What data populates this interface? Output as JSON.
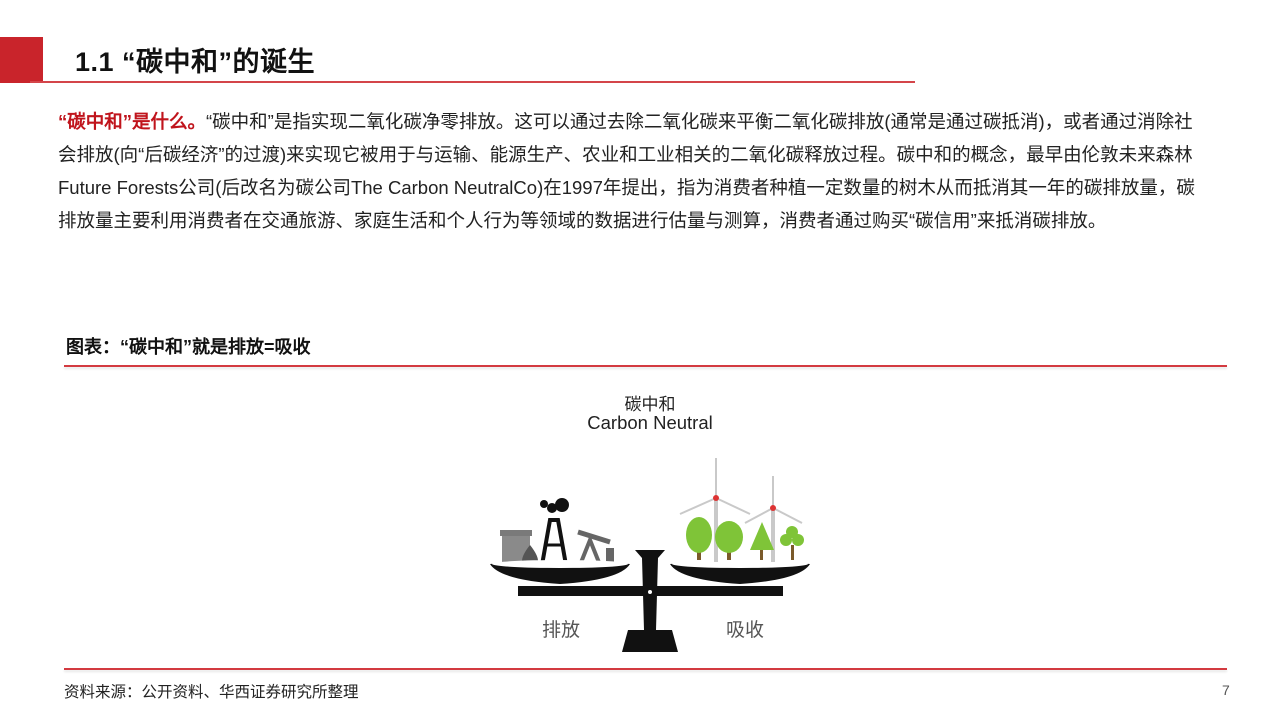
{
  "header": {
    "accent_color": "#c9242b",
    "section_number": "1.1",
    "title": "1.1 “碳中和”的诞生"
  },
  "body": {
    "highlight": "“碳中和”是什么。",
    "text": "“碳中和”是指实现二氧化碳净零排放。这可以通过去除二氧化碳来平衡二氧化碳排放(通常是通过碳抵消)，或者通过消除社会排放(向“后碳经济”的过渡)来实现它被用于与运输、能源生产、农业和工业相关的二氧化碳释放过程。碳中和的概念，最早由伦敦未来森林Future Forests公司(后改名为碳公司The Carbon NeutralCo)在1997年提出，指为消费者种植一定数量的树木从而抵消其一年的碳排放量，碳排放量主要利用消费者在交通旅游、家庭生活和个人行为等领域的数据进行估量与测算，消费者通过购买“碳信用”来抵消碳排放。"
  },
  "figure": {
    "caption": "图表：“碳中和”就是排放=吸收",
    "title_cn": "碳中和",
    "title_en": "Carbon Neutral",
    "left_label": "排放",
    "right_label": "吸收",
    "left_icons": [
      "factory-chimney-icon",
      "oil-drop-icon",
      "oil-derrick-icon",
      "pumpjack-icon"
    ],
    "right_icons": [
      "wind-turbine-icon",
      "tree-icon"
    ]
  },
  "footer": {
    "source": "资料来源：公开资料、华西证券研究所整理",
    "page_number": "7"
  }
}
